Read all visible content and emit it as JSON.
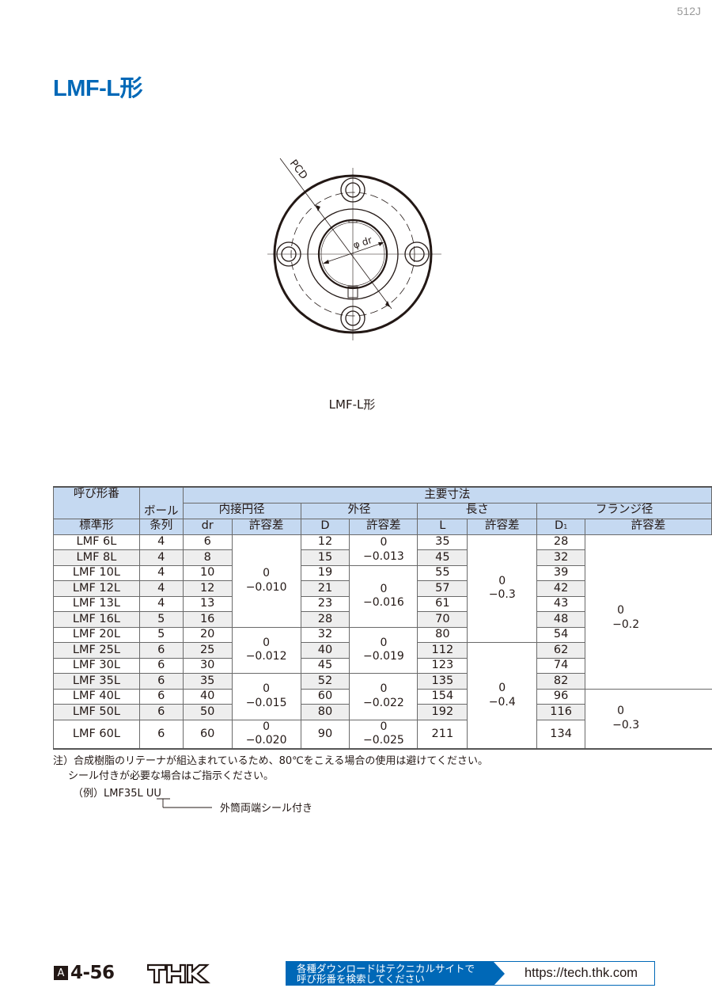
{
  "page": {
    "page_id": "512J",
    "title": "LMF-L形",
    "figure_caption": "LMF-L形"
  },
  "drawing": {
    "labels": {
      "pcd": "PCD",
      "inner_diameter": "φ dr"
    }
  },
  "colors": {
    "title_blue": "#0068b7",
    "header_fill": "#c5d9f1",
    "alt_row_fill": "#eeeeee"
  },
  "table": {
    "headers": {
      "model_top": "呼び形番",
      "model_bottom": "標準形",
      "balls_top": "ボール",
      "balls_bottom": "条列",
      "main_dims": "主要寸法",
      "inscribed_dia": "内接円径",
      "outer_dia": "外径",
      "length": "長さ",
      "flange_dia": "フランジ径",
      "dr": "dr",
      "tolerance": "許容差",
      "D": "D",
      "L": "L",
      "D1_main": "D",
      "D1_sub": "1"
    },
    "rows": [
      {
        "model": "LMF 6L",
        "balls": "4",
        "dr": "6",
        "D": "12",
        "L": "35",
        "D1": "28"
      },
      {
        "model": "LMF 8L",
        "balls": "4",
        "dr": "8",
        "D": "15",
        "L": "45",
        "D1": "32"
      },
      {
        "model": "LMF 10L",
        "balls": "4",
        "dr": "10",
        "D": "19",
        "L": "55",
        "D1": "39"
      },
      {
        "model": "LMF 12L",
        "balls": "4",
        "dr": "12",
        "D": "21",
        "L": "57",
        "D1": "42"
      },
      {
        "model": "LMF 13L",
        "balls": "4",
        "dr": "13",
        "D": "23",
        "L": "61",
        "D1": "43"
      },
      {
        "model": "LMF 16L",
        "balls": "5",
        "dr": "16",
        "D": "28",
        "L": "70",
        "D1": "48"
      },
      {
        "model": "LMF 20L",
        "balls": "5",
        "dr": "20",
        "D": "32",
        "L": "80",
        "D1": "54"
      },
      {
        "model": "LMF 25L",
        "balls": "6",
        "dr": "25",
        "D": "40",
        "L": "112",
        "D1": "62"
      },
      {
        "model": "LMF 30L",
        "balls": "6",
        "dr": "30",
        "D": "45",
        "L": "123",
        "D1": "74"
      },
      {
        "model": "LMF 35L",
        "balls": "6",
        "dr": "35",
        "D": "52",
        "L": "135",
        "D1": "82"
      },
      {
        "model": "LMF 40L",
        "balls": "6",
        "dr": "40",
        "D": "60",
        "L": "154",
        "D1": "96"
      },
      {
        "model": "LMF 50L",
        "balls": "6",
        "dr": "50",
        "D": "80",
        "L": "192",
        "D1": "116"
      },
      {
        "model": "LMF 60L",
        "balls": "6",
        "dr": "60",
        "D": "90",
        "L": "211",
        "D1": "134"
      }
    ],
    "tolerances": {
      "dr": [
        {
          "rows": "LMF 6L–LMF 16L",
          "upper": "0",
          "lower": "−0.010"
        },
        {
          "rows": "LMF 20L–LMF 30L",
          "upper": "0",
          "lower": "−0.012"
        },
        {
          "rows": "LMF 35L–LMF 50L",
          "upper": "0",
          "lower": "−0.015"
        },
        {
          "rows": "LMF 60L",
          "upper": "0",
          "lower": "−0.020"
        }
      ],
      "D": [
        {
          "rows": "LMF 6L–LMF 8L",
          "upper": "0",
          "lower": "−0.013"
        },
        {
          "rows": "LMF 10L–LMF 16L",
          "upper": "0",
          "lower": "−0.016"
        },
        {
          "rows": "LMF 20L–LMF 30L",
          "upper": "0",
          "lower": "−0.019"
        },
        {
          "rows": "LMF 35L–LMF 50L",
          "upper": "0",
          "lower": "−0.022"
        },
        {
          "rows": "LMF 60L",
          "upper": "0",
          "lower": "−0.025"
        }
      ],
      "L": [
        {
          "rows": "LMF 6L–LMF 20L",
          "upper": "0",
          "lower": "−0.3"
        },
        {
          "rows": "LMF 25L–LMF 60L",
          "upper": "0",
          "lower": "−0.4"
        }
      ],
      "D1": [
        {
          "rows": "LMF 6L–LMF 35L",
          "upper": "0",
          "lower": "−0.2"
        },
        {
          "rows": "LMF 40L–LMF 60L",
          "upper": "0",
          "lower": "−0.3"
        }
      ]
    }
  },
  "notes": {
    "line1": "注）合成樹脂のリテーナが組込まれているため、80℃をこえる場合の使用は避けてください。",
    "line2": "シール付きが必要な場合はご指示ください。",
    "example_prefix": "（例）LMF35L ",
    "example_suffix": "UU",
    "example_label": "外筒両端シール付き"
  },
  "footer": {
    "section_badge": "A",
    "page_number": "4-56",
    "logo_text": "THK",
    "download_line1": "各種ダウンロードはテクニカルサイトで",
    "download_line2": "呼び形番を検索してください",
    "url": "https://tech.thk.com"
  }
}
